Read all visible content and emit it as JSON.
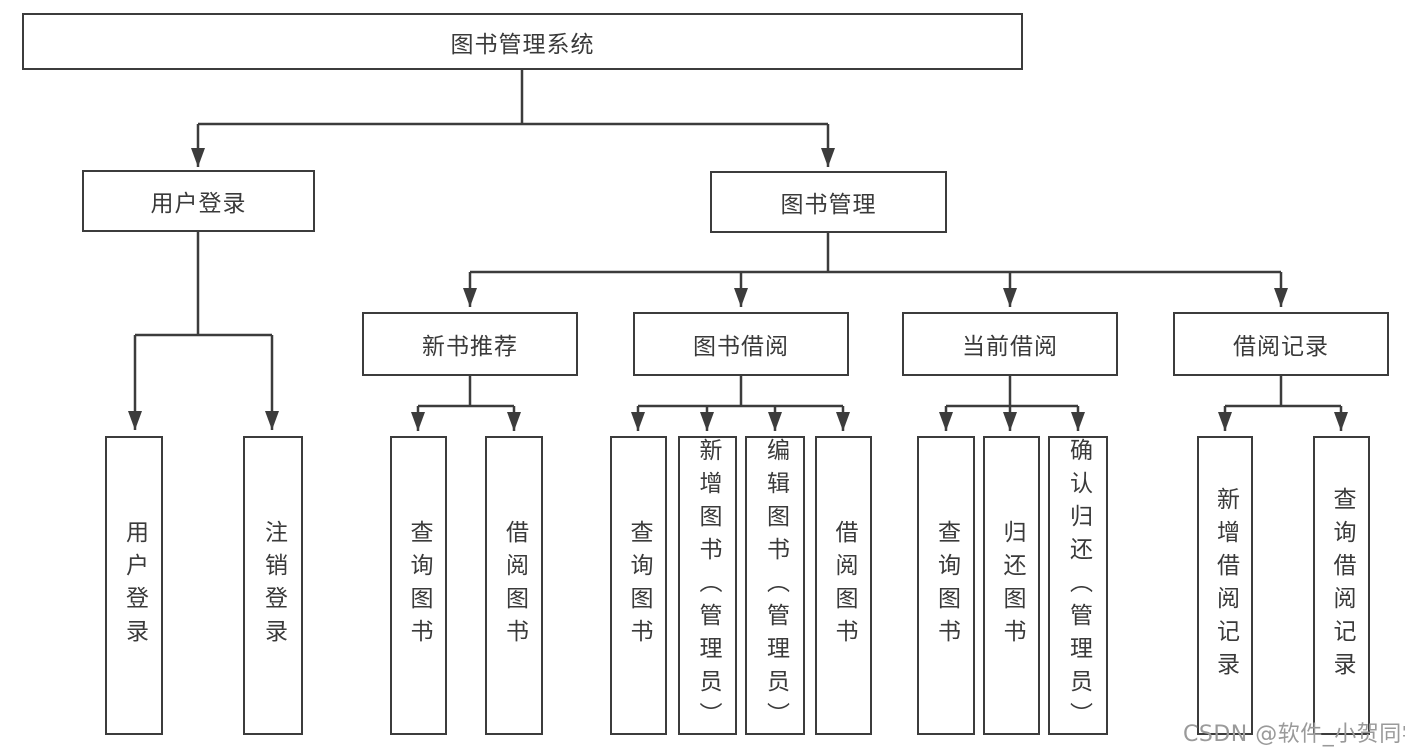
{
  "diagram": {
    "root": {
      "label": "图书管理系统"
    },
    "level2": [
      {
        "label": "用户登录"
      },
      {
        "label": "图书管理"
      }
    ],
    "level3": [
      {
        "label": "新书推荐"
      },
      {
        "label": "图书借阅"
      },
      {
        "label": "当前借阅"
      },
      {
        "label": "借阅记录"
      }
    ],
    "level4": {
      "user_login": [
        {
          "label": "用户登录"
        },
        {
          "label": "注销登录"
        }
      ],
      "new_book": [
        {
          "label": "查询图书"
        },
        {
          "label": "借阅图书"
        }
      ],
      "book_borrow": [
        {
          "label": "查询图书"
        },
        {
          "label": "新增图书（管理员）"
        },
        {
          "label": "编辑图书（管理员）"
        },
        {
          "label": "借阅图书"
        }
      ],
      "current_borrow": [
        {
          "label": "查询图书"
        },
        {
          "label": "归还图书"
        },
        {
          "label": "确认归还（管理员）"
        }
      ],
      "borrow_record": [
        {
          "label": "新增借阅记录"
        },
        {
          "label": "查询借阅记录"
        }
      ]
    }
  },
  "watermark": {
    "text": "CSDN @软件_小贺同学"
  },
  "colors": {
    "line": "#3c3c3c",
    "text": "#3a3a3a",
    "box_background": "#ffffff",
    "watermark": "#9a9a9a"
  }
}
